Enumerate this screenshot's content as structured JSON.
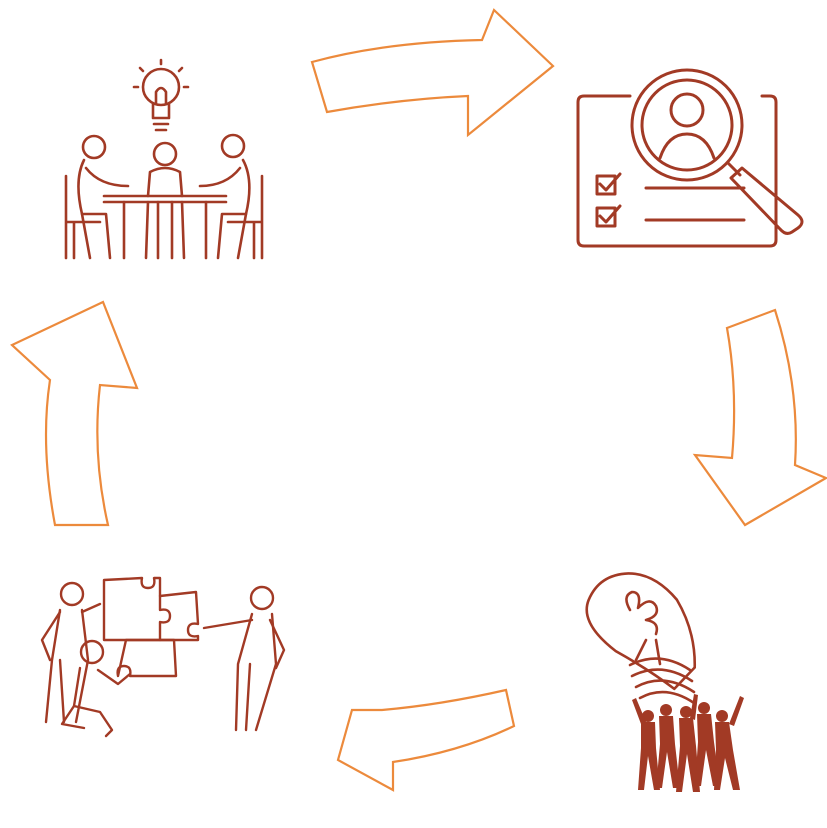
{
  "diagram": {
    "type": "cycle",
    "direction": "clockwise",
    "stages": [
      {
        "icon": "team-meeting-lightbulb-icon"
      },
      {
        "icon": "candidate-search-checklist-icon"
      },
      {
        "icon": "team-lifting-lightbulb-icon"
      },
      {
        "icon": "team-assembling-puzzle-icon"
      }
    ],
    "arrows": [
      {
        "from": 1,
        "to": 2
      },
      {
        "from": 2,
        "to": 3
      },
      {
        "from": 3,
        "to": 4
      },
      {
        "from": 4,
        "to": 1
      }
    ]
  },
  "colors": {
    "icon": "#a23a25",
    "arrow_outline": "#ec8a3c",
    "arrow_fill": "#ffffff",
    "background": "#ffffff"
  }
}
